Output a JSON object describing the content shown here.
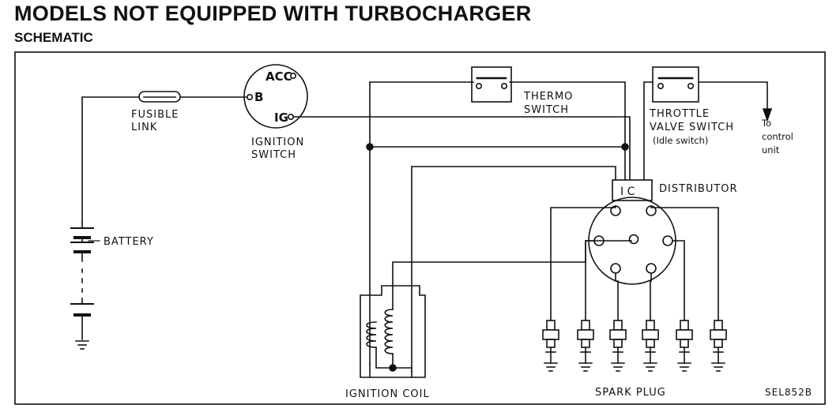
{
  "header": {
    "title": "MODELS NOT EQUIPPED WITH TURBOCHARGER",
    "subtitle": "SCHEMATIC"
  },
  "components": {
    "fusible_link": {
      "line1": "FUSIBLE",
      "line2": "LINK"
    },
    "battery": {
      "label": "BATTERY"
    },
    "ignition_switch": {
      "line1": "IGNITION",
      "line2": "SWITCH",
      "terminal_acc": "ACC",
      "terminal_b": "B",
      "terminal_ig": "IG"
    },
    "thermo_switch": {
      "line1": "THERMO",
      "line2": "SWITCH"
    },
    "throttle_valve_switch": {
      "line1": "THROTTLE",
      "line2": "VALVE SWITCH",
      "line3": "(Idle switch)"
    },
    "control_unit": {
      "line1": "To",
      "line2": "control",
      "line3": "unit"
    },
    "distributor": {
      "label": "DISTRIBUTOR",
      "ic_label": "I C"
    },
    "ignition_coil": {
      "label": "IGNITION COIL"
    },
    "spark_plug": {
      "label": "SPARK PLUG"
    }
  },
  "figure_code": "SEL852B",
  "colors": {
    "line": "#111111",
    "background": "#ffffff"
  }
}
